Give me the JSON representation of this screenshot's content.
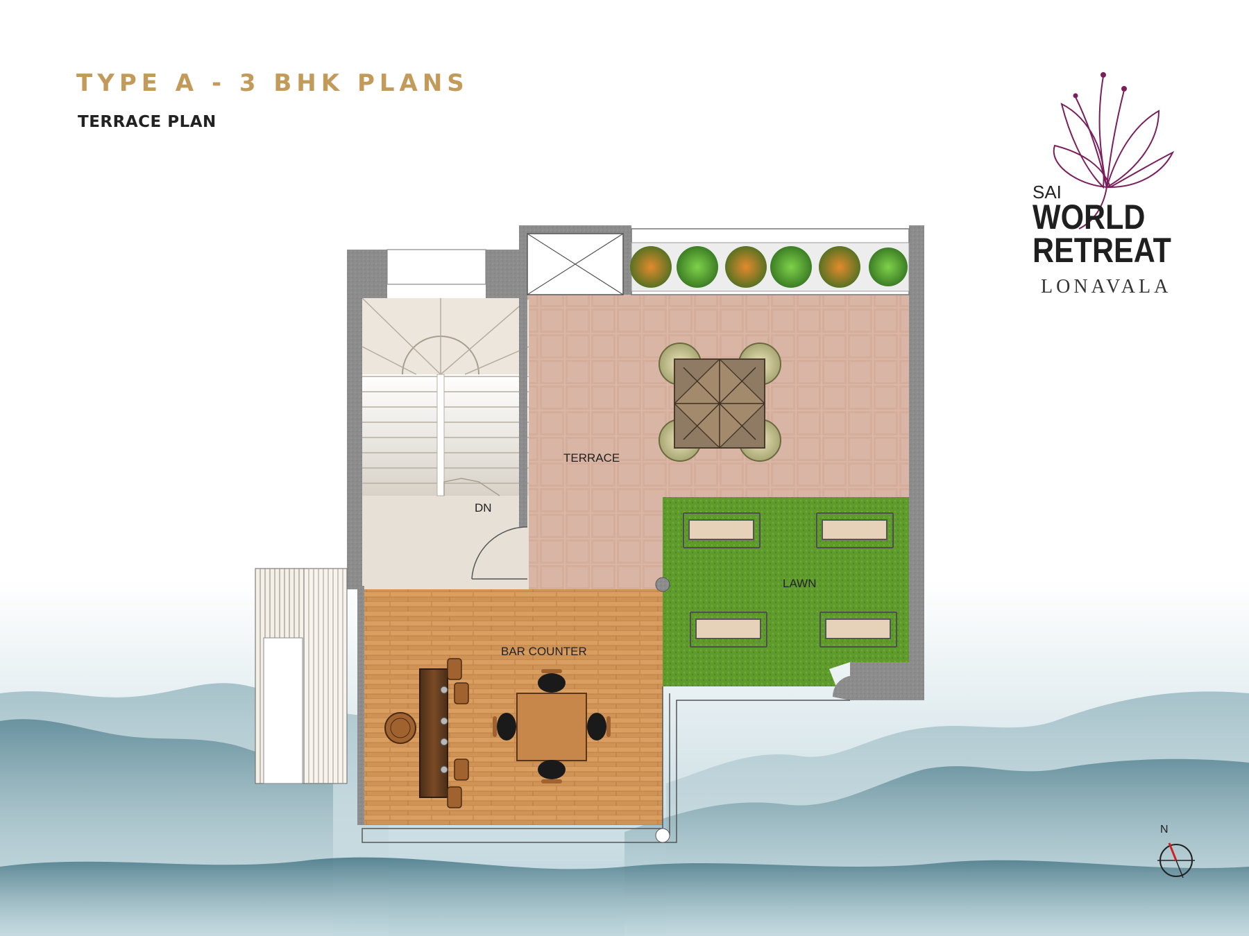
{
  "header": {
    "title": "TYPE A - 3 BHK PLANS",
    "subtitle": "TERRACE PLAN"
  },
  "brand": {
    "line1": "SAI",
    "line2": "WORLD",
    "line3": "RETREAT",
    "line4": "LONAVALA",
    "accent_color": "#7a1f5c"
  },
  "rooms": {
    "terrace": "TERRACE",
    "lawn": "LAWN",
    "bar_counter": "BAR COUNTER",
    "stairs_down": "DN"
  },
  "compass": {
    "north": "N"
  },
  "colors": {
    "title": "#c29a5a",
    "wall": "#8f8f8f",
    "tile": "#d6b2a1",
    "lawn": "#5e9a2c",
    "wood": "#c98a4a"
  }
}
